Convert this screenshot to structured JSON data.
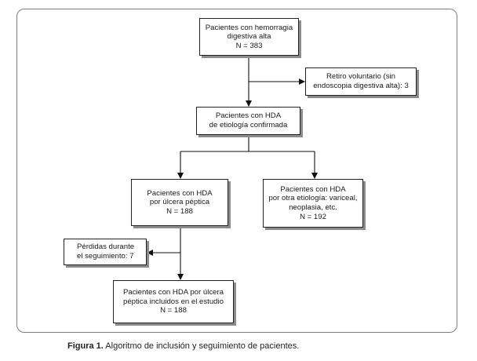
{
  "boxes": {
    "start": [
      "Pacientes con hemorragia",
      "digestiva alta",
      "N = 383"
    ],
    "retiro": [
      "Retiro voluntario (sin",
      "endoscopia digestiva alta): 3"
    ],
    "etiologia": [
      "Pacientes con HDA",
      "de etiología confirmada"
    ],
    "ulcera": [
      "Pacientes con HDA",
      "por úlcera péptica",
      "N = 188"
    ],
    "otra": [
      "Pacientes con HDA",
      "por otra etiología: variceal,",
      "neoplasia, etc.",
      "N = 192"
    ],
    "perdidas": [
      "Pérdidas durante",
      "el seguimiento: 7"
    ],
    "final": [
      "Pacientes con HDA por úlcera",
      "péptica incluidos en el estudio",
      "N = 188"
    ]
  },
  "caption": {
    "label": "Figura 1.",
    "text": "Algoritmo de inclusión y seguimiento de pacientes."
  }
}
